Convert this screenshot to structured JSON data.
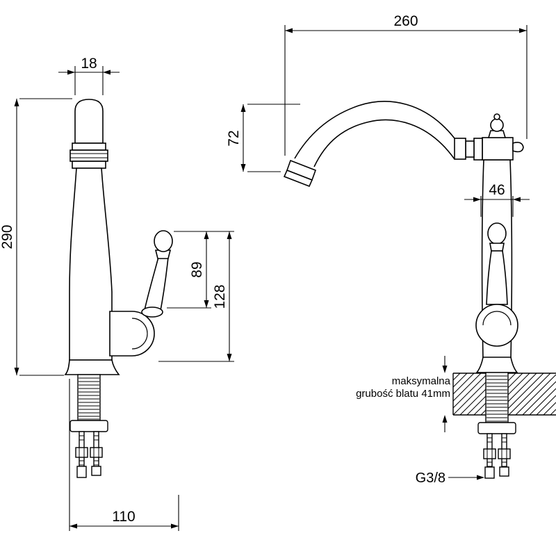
{
  "page": {
    "background": "#ffffff",
    "line_color": "#000000"
  },
  "front_view": {
    "dim_spout_tip_width": "18",
    "dim_overall_height": "290",
    "dim_handle_drop_upper": "89",
    "dim_handle_drop_lower": "128",
    "dim_footprint_depth": "110"
  },
  "side_view": {
    "dim_spout_reach": "260",
    "dim_spout_clearance": "72",
    "dim_body_diameter": "46",
    "counter_note_line1": "maksymalna",
    "counter_note_line2": "grubość blatu 41mm",
    "thread_label": "G3/8"
  }
}
